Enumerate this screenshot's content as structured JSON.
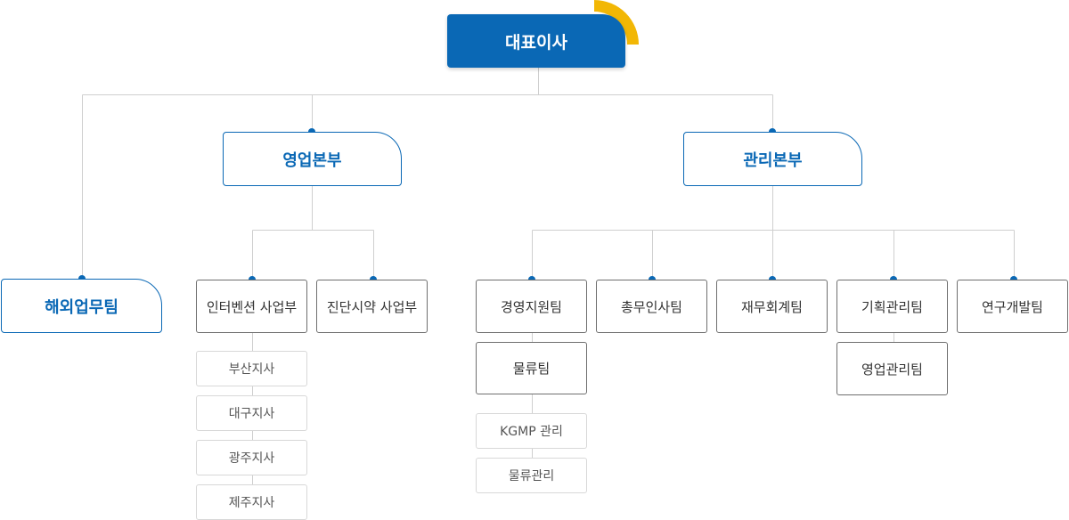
{
  "colors": {
    "primary": "#0a68b5",
    "accent": "#f2b705",
    "line": "#cfcfcf",
    "team_border": "#6f6f6f",
    "sub_border": "#d8d8d8"
  },
  "org": {
    "ceo": "대표이사",
    "overseas": "해외업무팀",
    "sales_hq": {
      "label": "영업본부",
      "units": [
        {
          "label": "인터벤션 사업부",
          "branches": [
            "부산지사",
            "대구지사",
            "광주지사",
            "제주지사"
          ]
        },
        {
          "label": "진단시약 사업부"
        }
      ]
    },
    "mgmt_hq": {
      "label": "관리본부",
      "teams": [
        {
          "label": "경영지원팀",
          "child": "물류팀",
          "sub_items": [
            "KGMP 관리",
            "물류관리"
          ]
        },
        {
          "label": "총무인사팀"
        },
        {
          "label": "재무회계팀"
        },
        {
          "label": "기획관리팀",
          "child": "영업관리팀"
        },
        {
          "label": "연구개발팀"
        }
      ]
    }
  }
}
